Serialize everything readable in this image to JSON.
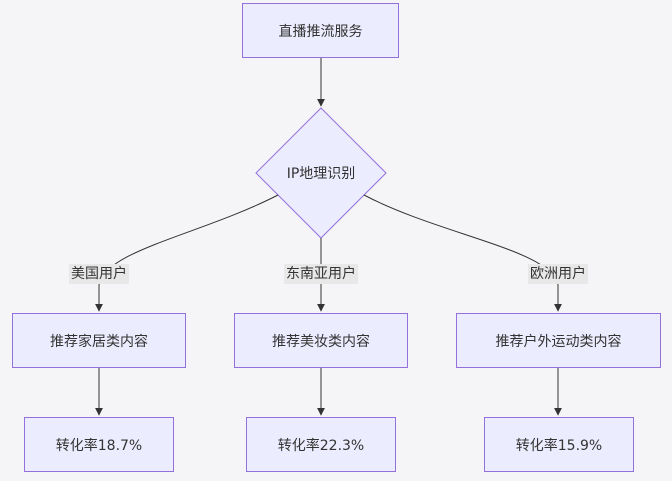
{
  "diagram": {
    "root": {
      "label": "直播推流服务"
    },
    "decision": {
      "label": "IP地理识别"
    },
    "branches": [
      {
        "edge_label": "美国用户",
        "content_node": "推荐家居类内容",
        "result_node": "转化率18.7%"
      },
      {
        "edge_label": "东南亚用户",
        "content_node": "推荐美妆类内容",
        "result_node": "转化率22.3%"
      },
      {
        "edge_label": "欧洲用户",
        "content_node": "推荐户外运动类内容",
        "result_node": "转化率15.9%"
      }
    ],
    "colors": {
      "node_fill": "#ececff",
      "node_stroke": "#9370db",
      "edge": "#333333",
      "edge_label_bg": "#e8e8e8",
      "background": "#f5f4f7"
    }
  }
}
